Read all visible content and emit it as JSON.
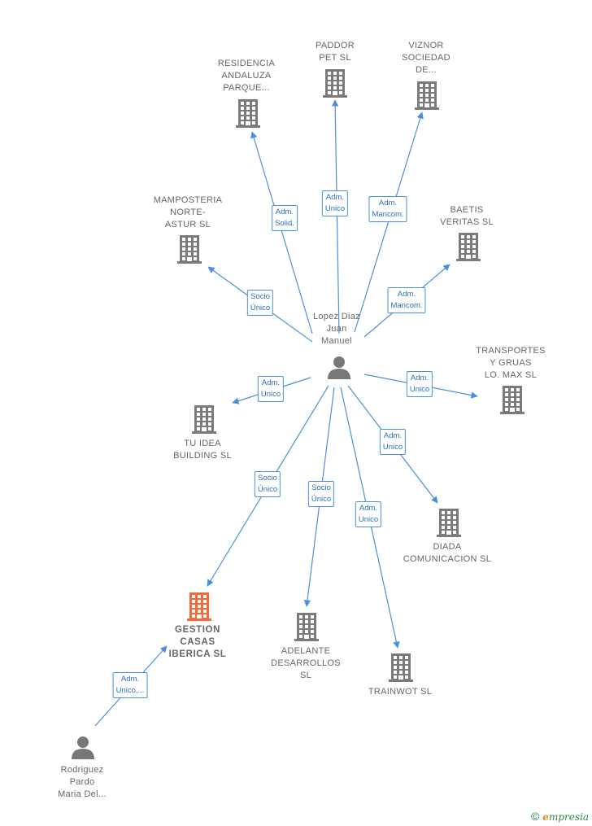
{
  "colors": {
    "edge": "#4a90d9",
    "company_icon": "#7a7a7a",
    "focus_icon": "#f26a3a",
    "person_icon": "#777777",
    "label": "#666666"
  },
  "center": {
    "id": "lopez",
    "label_lines": [
      "Lopez Diaz",
      "Juan",
      "Manuel"
    ],
    "icon": "person-icon"
  },
  "nodes": [
    {
      "id": "residencia",
      "type": "company",
      "label_lines": [
        "RESIDENCIA",
        "ANDALUZA",
        "PARQUE..."
      ]
    },
    {
      "id": "paddor",
      "type": "company",
      "label_lines": [
        "PADDOR",
        "PET SL"
      ]
    },
    {
      "id": "viznor",
      "type": "company",
      "label_lines": [
        "VIZNOR",
        "SOCIEDAD",
        "DE..."
      ]
    },
    {
      "id": "mamposteria",
      "type": "company",
      "label_lines": [
        "MAMPOSTERIA",
        "NORTE-",
        "ASTUR SL"
      ]
    },
    {
      "id": "baetis",
      "type": "company",
      "label_lines": [
        "BAETIS",
        "VERITAS SL"
      ]
    },
    {
      "id": "transportes",
      "type": "company",
      "label_lines": [
        "TRANSPORTES",
        "Y GRUAS",
        "LO. MAX SL"
      ]
    },
    {
      "id": "tuidea",
      "type": "company",
      "label_lines": [
        "TU IDEA",
        "BUILDING SL"
      ]
    },
    {
      "id": "diada",
      "type": "company",
      "label_lines": [
        "DIADA",
        "COMUNICACION SL"
      ]
    },
    {
      "id": "gestion",
      "type": "focus",
      "label_lines": [
        "GESTION",
        "CASAS",
        "IBERICA SL"
      ]
    },
    {
      "id": "adelante",
      "type": "company",
      "label_lines": [
        "ADELANTE",
        "DESARROLLOS",
        "SL"
      ]
    },
    {
      "id": "trainwot",
      "type": "company",
      "label_lines": [
        "TRAINWOT SL"
      ]
    },
    {
      "id": "rodriguez",
      "type": "person",
      "label_lines": [
        "Rodriguez",
        "Pardo",
        "Maria Del..."
      ]
    }
  ],
  "edges": [
    {
      "from": "lopez",
      "to": "residencia",
      "label_lines": [
        "Adm.",
        "Solid."
      ]
    },
    {
      "from": "lopez",
      "to": "paddor",
      "label_lines": [
        "Adm.",
        "Unico"
      ]
    },
    {
      "from": "lopez",
      "to": "viznor",
      "label_lines": [
        "Adm.",
        "Mancom."
      ]
    },
    {
      "from": "lopez",
      "to": "mamposteria",
      "label_lines": [
        "Socio",
        "Único"
      ]
    },
    {
      "from": "lopez",
      "to": "baetis",
      "label_lines": [
        "Adm.",
        "Mancom."
      ]
    },
    {
      "from": "lopez",
      "to": "transportes",
      "label_lines": [
        "Adm.",
        "Unico"
      ]
    },
    {
      "from": "lopez",
      "to": "tuidea",
      "label_lines": [
        "Adm.",
        "Unico"
      ]
    },
    {
      "from": "lopez",
      "to": "diada",
      "label_lines": [
        "Adm.",
        "Unico"
      ]
    },
    {
      "from": "lopez",
      "to": "gestion",
      "label_lines": [
        "Socio",
        "Único"
      ]
    },
    {
      "from": "lopez",
      "to": "adelante",
      "label_lines": [
        "Socio",
        "Único"
      ]
    },
    {
      "from": "lopez",
      "to": "trainwot",
      "label_lines": [
        "Adm.",
        "Unico"
      ]
    },
    {
      "from": "rodriguez",
      "to": "gestion",
      "label_lines": [
        "Adm.",
        "Unico,..."
      ]
    }
  ],
  "brand": {
    "symbol": "©",
    "initial": "e",
    "rest": "mpresia"
  }
}
